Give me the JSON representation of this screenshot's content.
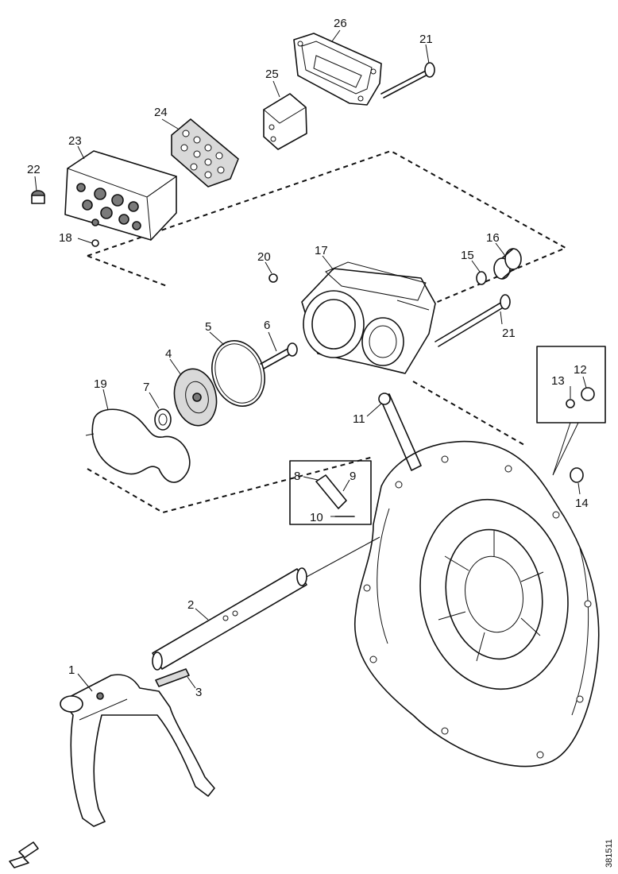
{
  "callouts": [
    {
      "id": "c1",
      "text": "1"
    },
    {
      "id": "c2",
      "text": "2"
    },
    {
      "id": "c3",
      "text": "3"
    },
    {
      "id": "c4",
      "text": "4"
    },
    {
      "id": "c5",
      "text": "5"
    },
    {
      "id": "c6",
      "text": "6"
    },
    {
      "id": "c7",
      "text": "7"
    },
    {
      "id": "c8",
      "text": "8"
    },
    {
      "id": "c9",
      "text": "9"
    },
    {
      "id": "c10",
      "text": "10"
    },
    {
      "id": "c11",
      "text": "11"
    },
    {
      "id": "c12",
      "text": "12"
    },
    {
      "id": "c13",
      "text": "13"
    },
    {
      "id": "c14",
      "text": "14"
    },
    {
      "id": "c15",
      "text": "15"
    },
    {
      "id": "c16",
      "text": "16"
    },
    {
      "id": "c17",
      "text": "17"
    },
    {
      "id": "c18",
      "text": "18"
    },
    {
      "id": "c19",
      "text": "19"
    },
    {
      "id": "c20",
      "text": "20"
    },
    {
      "id": "c21a",
      "text": "21"
    },
    {
      "id": "c21b",
      "text": "21"
    },
    {
      "id": "c22",
      "text": "22"
    },
    {
      "id": "c23",
      "text": "23"
    },
    {
      "id": "c24",
      "text": "24"
    },
    {
      "id": "c25",
      "text": "25"
    },
    {
      "id": "c26",
      "text": "26"
    }
  ],
  "drawing_code": "381511"
}
